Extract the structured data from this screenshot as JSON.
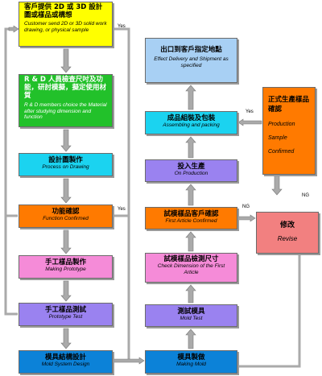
{
  "left_column": [
    {
      "zh": "客戶提供 2D 或 3D 設計圖或樣品或構想",
      "en": "Customer send 2D or 3D solid work drawing, or physical sample",
      "color": "#ffff00"
    },
    {
      "zh": "R & D 人員檢查尺吋及功能，研討模擬，擬定使用材質",
      "en": "R & D members choice the Material after studying dimension and function",
      "color": "#22c12a"
    },
    {
      "zh": "設計圖製作",
      "en": "Process on Drawing",
      "color": "#1bd3f0"
    },
    {
      "zh": "功能確認",
      "en": "Function Confirmed",
      "color": "#ff7a00"
    },
    {
      "zh": "手工樣品製作",
      "en": "Making Prototype",
      "color": "#f58bd8"
    },
    {
      "zh": "手工樣品測試",
      "en": "Prototype Test",
      "color": "#9a82f0"
    },
    {
      "zh": "模具結構設計",
      "en": "Mold System Design",
      "color": "#0c82d8"
    }
  ],
  "right_column": [
    {
      "zh": "出口到客戶指定地點",
      "en": "Effect Delivery and Shipment as specified",
      "color": "#a8d0f4"
    },
    {
      "zh": "成品組裝及包裝",
      "en": "Assembling and packing",
      "color": "#1bd3f0"
    },
    {
      "zh": "投入生產",
      "en": "On Production",
      "color": "#9a82f0"
    },
    {
      "zh": "試模樣品客戶確認",
      "en": "First Article Confirmed",
      "color": "#ff7a00"
    },
    {
      "zh": "試模樣品檢測尺寸",
      "en": "Check Dimension of the First Article",
      "color": "#f58bd8"
    },
    {
      "zh": "測試模具",
      "en": "Mold Test",
      "color": "#9a82f0"
    },
    {
      "zh": "模具製做",
      "en": "Making Mold",
      "color": "#0c82d8"
    }
  ],
  "confirm_box": {
    "zh": "正式生產樣品確認",
    "en": "Production Sample Confirmed",
    "color": "#ff7a00"
  },
  "revise_box": {
    "zh": "修改",
    "en": "Revise",
    "color": "#f28080"
  },
  "labels": {
    "yes": "Yes",
    "ng": "NG"
  },
  "colors": {
    "arrow": "#aaaaaa",
    "arrow_edge": "#7a7a7a",
    "border": "#6b6b6b"
  }
}
